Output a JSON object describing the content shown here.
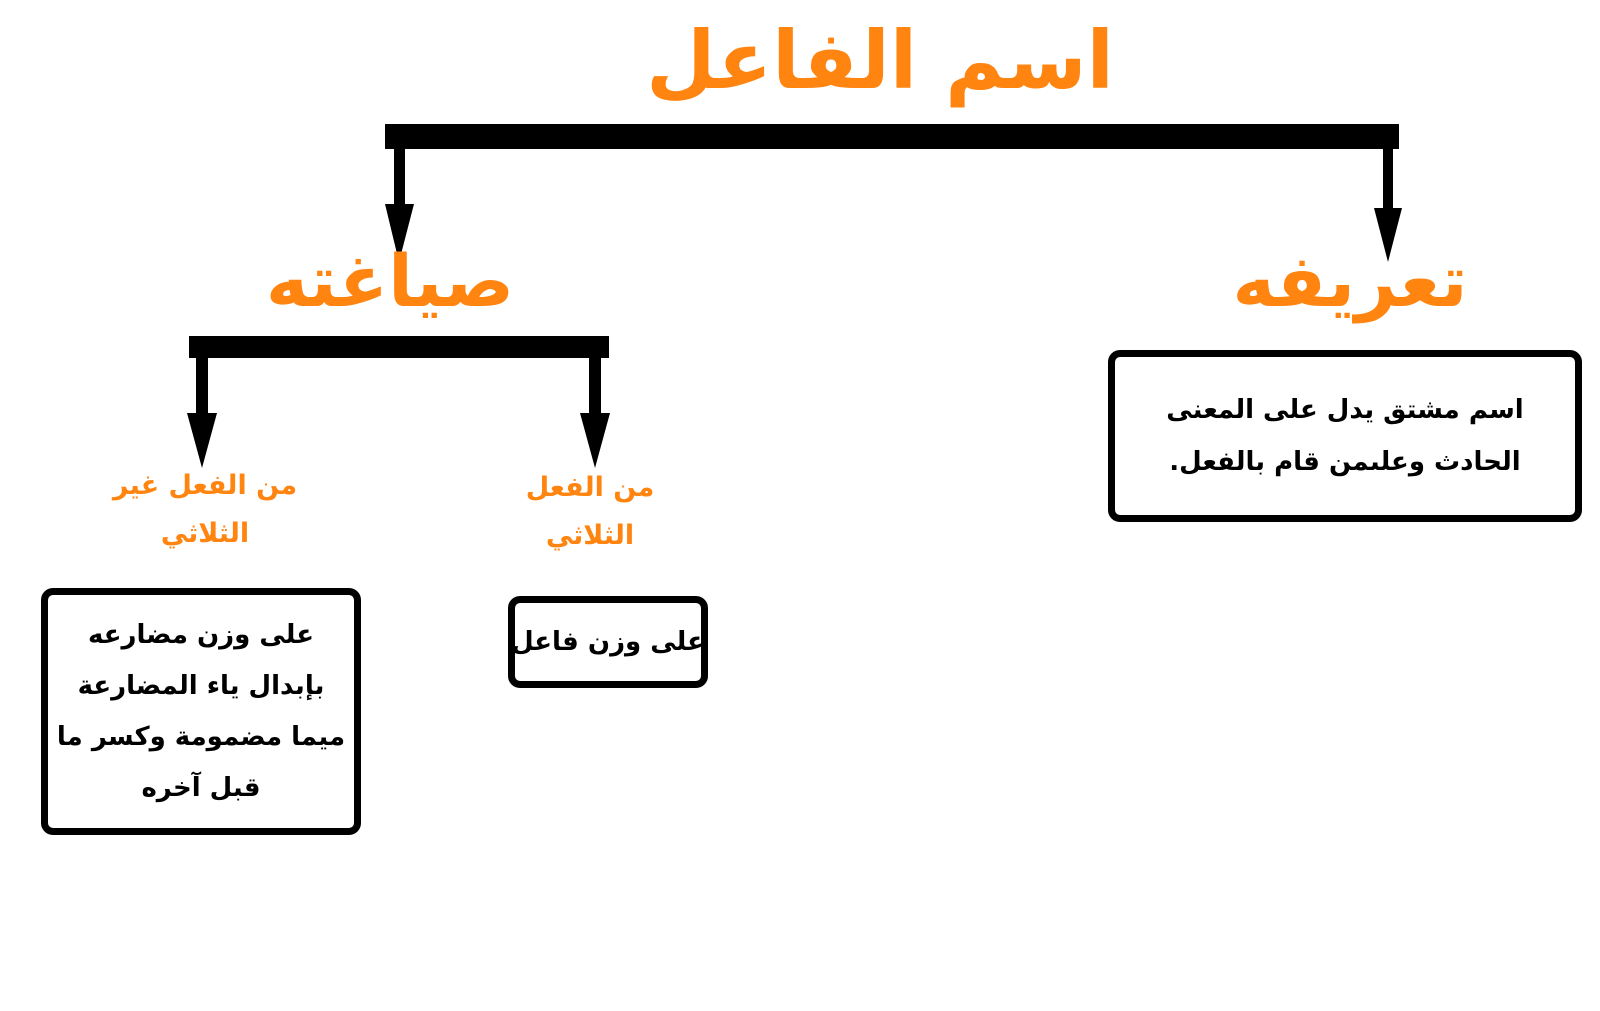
{
  "colors": {
    "heading": "#ff8410",
    "text": "#000000",
    "connector": "#000000",
    "background": "#ffffff"
  },
  "root": {
    "title": "اسم الفاعل"
  },
  "definition": {
    "title": "تعريفه",
    "text": "اسم مشتق يدل على المعنى الحادث وعلىمن قام بالفعل."
  },
  "formation": {
    "title": "صياغته",
    "branches": [
      {
        "title": "من الفعل الثلاثي",
        "text": "على وزن فاعل"
      },
      {
        "title": "من الفعل غير الثلاثي",
        "text": "على وزن مضارعه بإبدال ياء المضارعة ميما مضمومة وكسر ما قبل آخره"
      }
    ]
  }
}
